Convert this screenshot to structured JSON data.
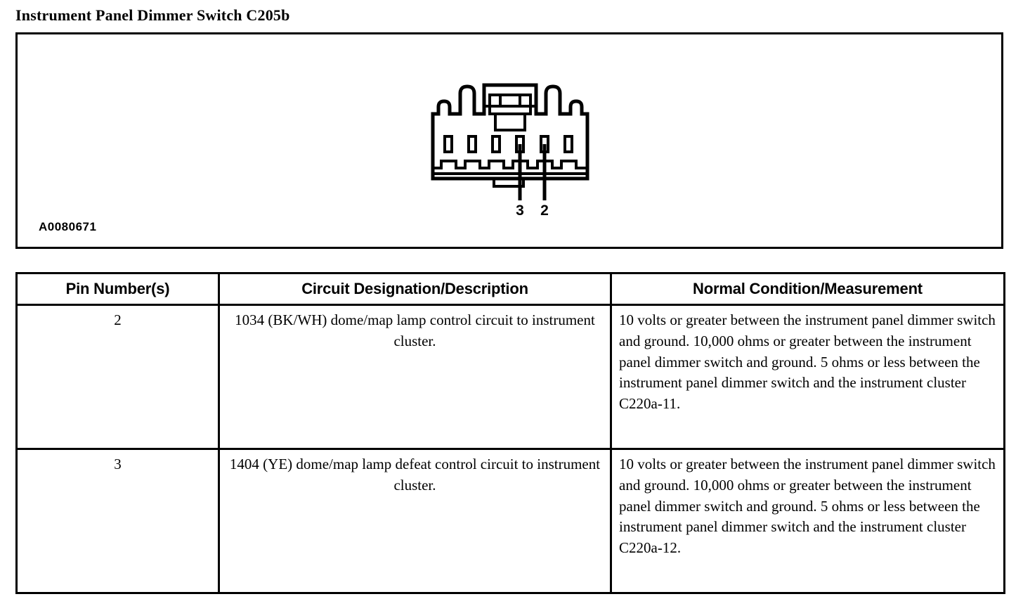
{
  "document": {
    "title": "Instrument Panel Dimmer Switch C205b"
  },
  "figure": {
    "id_label": "A0080671",
    "connector": {
      "type": "6-cavity-female-connector",
      "cavity_count": 6,
      "callouts": [
        {
          "label": "3",
          "cavity_index": 4
        },
        {
          "label": "2",
          "cavity_index": 5
        }
      ]
    }
  },
  "table": {
    "headers": {
      "pin": "Pin Number(s)",
      "circuit": "Circuit Designation/Description",
      "measurement": "Normal Condition/Measurement"
    },
    "rows": [
      {
        "pin": "2",
        "circuit": "1034 (BK/WH) dome/map lamp control circuit to instrument cluster.",
        "measurement": "10 volts or greater between the instrument panel dimmer switch and ground. 10,000 ohms or greater between the instrument panel dimmer switch and ground. 5 ohms or less between the instrument panel dimmer switch and the instrument cluster C220a-11."
      },
      {
        "pin": "3",
        "circuit": "1404 (YE) dome/map lamp defeat control circuit to instrument cluster.",
        "measurement": "10 volts or greater between the instrument panel dimmer switch and ground. 10,000 ohms or greater between the instrument panel dimmer switch and ground. 5 ohms or less between the instrument panel dimmer switch and the instrument cluster C220a-12."
      }
    ]
  },
  "colors": {
    "ink": "#000000",
    "paper": "#ffffff"
  }
}
